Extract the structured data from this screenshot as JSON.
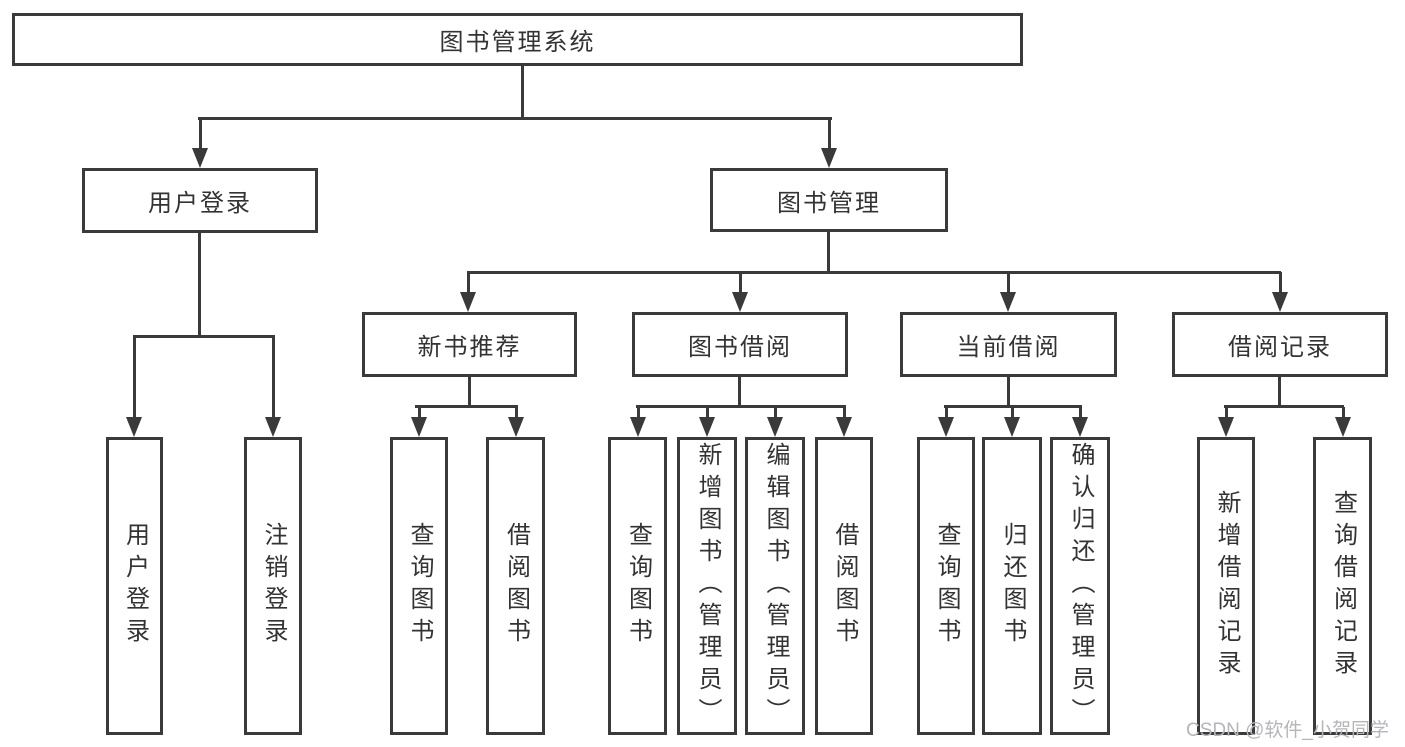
{
  "diagram": {
    "line_color": "#3a3a3a",
    "text_color": "#333333",
    "background": "#ffffff",
    "root": {
      "label": "图书管理系统"
    },
    "level2": {
      "user_login": {
        "label": "用户登录"
      },
      "book_management": {
        "label": "图书管理"
      }
    },
    "level3": {
      "new_book_recommend": {
        "label": "新书推荐"
      },
      "book_borrow": {
        "label": "图书借阅"
      },
      "current_borrow": {
        "label": "当前借阅"
      },
      "borrow_record": {
        "label": "借阅记录"
      }
    },
    "leaves": {
      "user_login_leaf": "用户登录",
      "logout": "注销登录",
      "recommend_query": "查询图书",
      "recommend_borrow": "借阅图书",
      "borrow_query": "查询图书",
      "borrow_add": "新增图书（管理员）",
      "borrow_edit": "编辑图书（管理员）",
      "borrow_leaf": "借阅图书",
      "current_query": "查询图书",
      "current_return": "归还图书",
      "current_confirm": "确认归还（管理员）",
      "record_add": "新增借阅记录",
      "record_query": "查询借阅记录"
    }
  },
  "watermark": {
    "text": "CSDN @软件_小贺同学",
    "color": "#b5b5ba"
  }
}
